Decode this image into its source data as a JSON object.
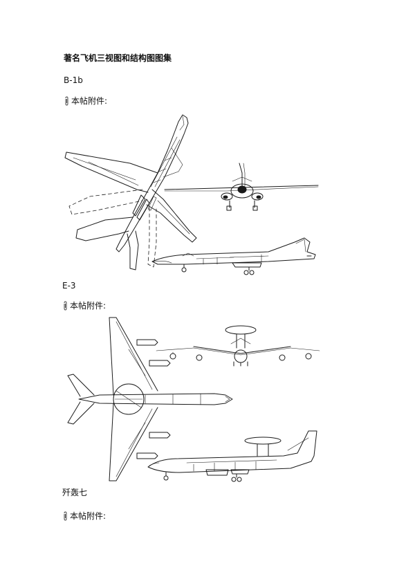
{
  "document": {
    "title": "著名飞机三视图和结构图图集"
  },
  "sections": [
    {
      "heading": "B-1b",
      "attachment_label": "本帖附件:"
    },
    {
      "heading": "E-3",
      "attachment_label": "本帖附件:"
    },
    {
      "heading": "歼轰七",
      "attachment_label": "本帖附件:"
    }
  ],
  "icons": {
    "attachment": "paperclip-icon"
  }
}
